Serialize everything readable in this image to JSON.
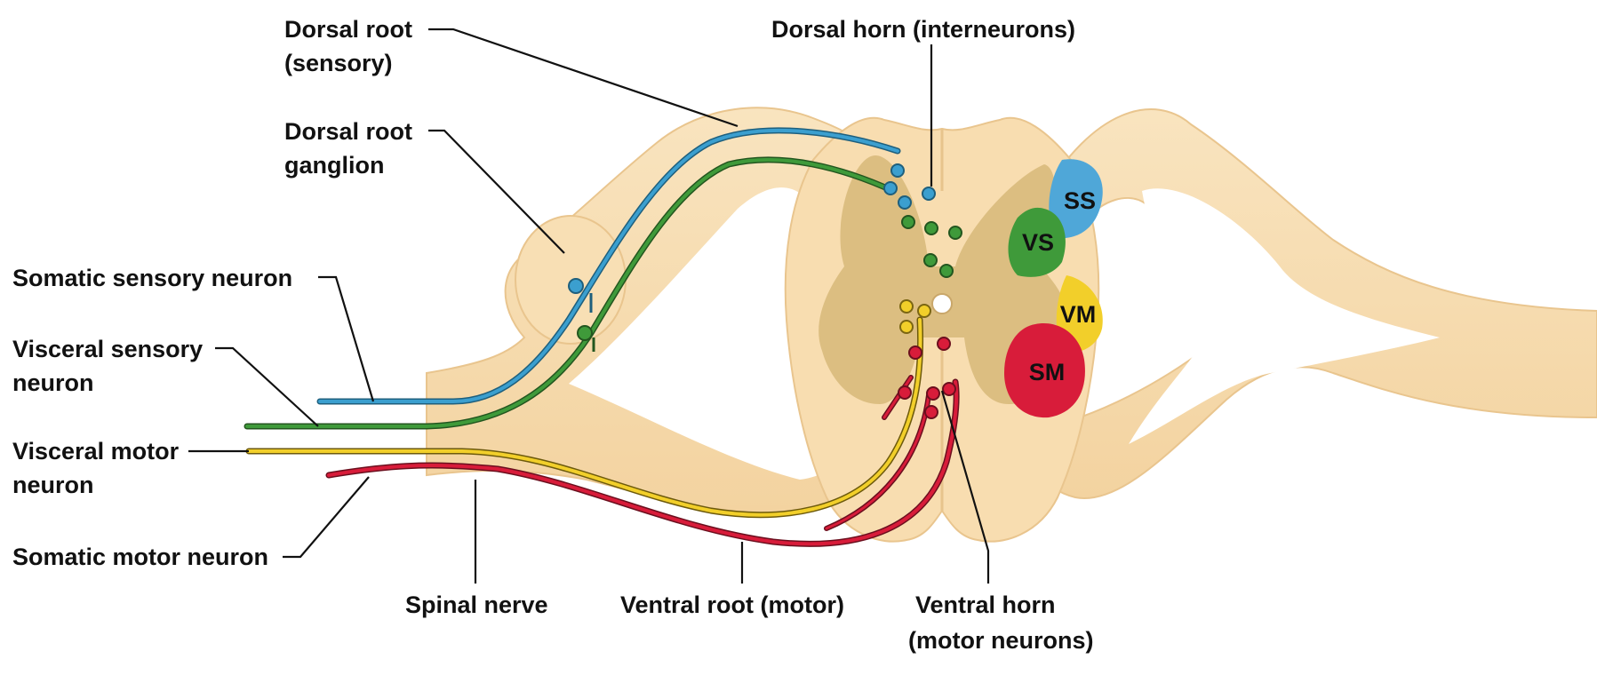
{
  "labels": {
    "dorsal_root": [
      "Dorsal root",
      "(sensory)"
    ],
    "dorsal_root_ganglion": [
      "Dorsal root",
      "ganglion"
    ],
    "dorsal_horn": [
      "Dorsal horn (interneurons)"
    ],
    "somatic_sensory_neuron": [
      "Somatic sensory neuron"
    ],
    "visceral_sensory_neuron": [
      "Visceral sensory",
      "neuron"
    ],
    "visceral_motor_neuron": [
      "Visceral motor",
      "neuron"
    ],
    "somatic_motor_neuron": [
      "Somatic motor neuron"
    ],
    "spinal_nerve": [
      "Spinal nerve"
    ],
    "ventral_root": [
      "Ventral root (motor)"
    ],
    "ventral_horn": [
      "Ventral horn",
      "(motor neurons)"
    ]
  },
  "zones": {
    "ss": "SS",
    "vs": "VS",
    "vm": "VM",
    "sm": "SM"
  },
  "colors": {
    "tissue": "#f7dcae",
    "tissue_outline": "#e9c58e",
    "gray_matter": "#d9bd7e",
    "somatic_sensory": "#3b9fcf",
    "visceral_sensory": "#3f9a3a",
    "visceral_motor": "#f2cf2a",
    "somatic_motor": "#d81c3a",
    "leader_line": "#111111"
  }
}
